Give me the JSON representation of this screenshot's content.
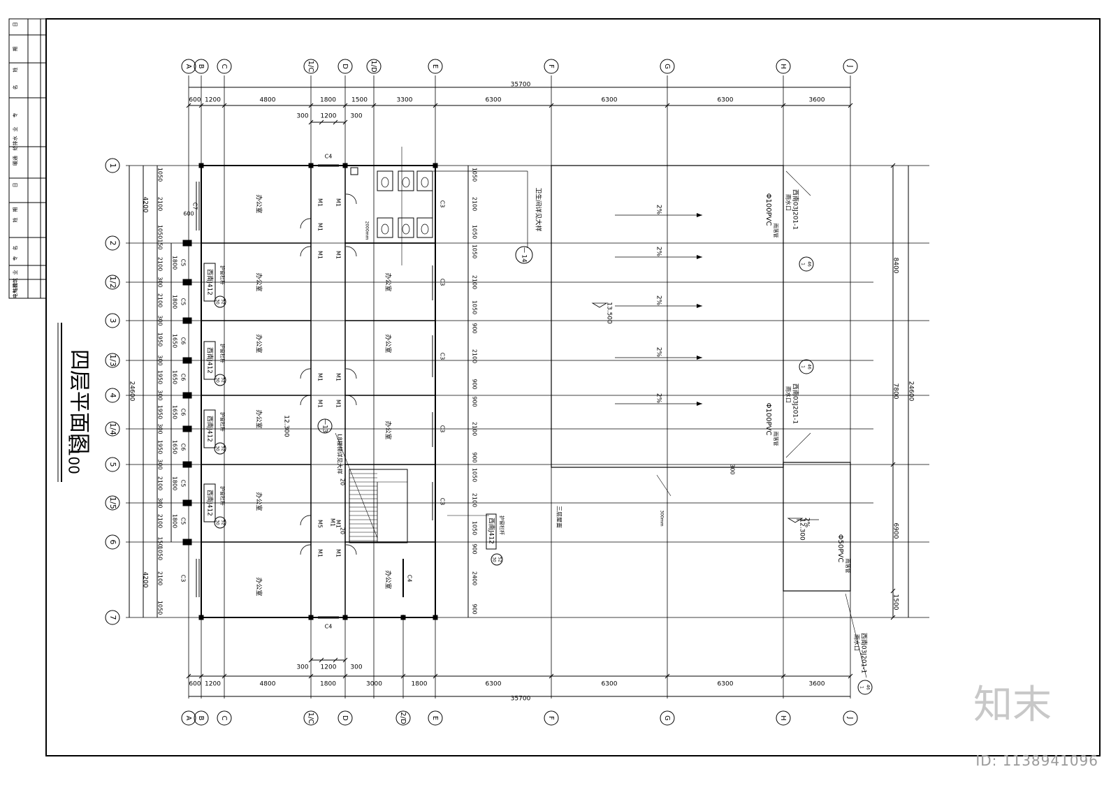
{
  "title": {
    "main": "四层平面图",
    "scale": "1:100"
  },
  "axes_top": [
    "A",
    "B",
    "C",
    "1/C",
    "D",
    "1/D",
    "E",
    "F",
    "G",
    "H",
    "J"
  ],
  "axes_bottom": [
    "A",
    "B",
    "C",
    "1/C",
    "D",
    "2/D",
    "E",
    "F",
    "G",
    "H",
    "J"
  ],
  "axes_left": [
    "1",
    "2",
    "1/2",
    "3",
    "1/3",
    "4",
    "1/4",
    "5",
    "1/5",
    "6",
    "7"
  ],
  "dims_top_total": "35700",
  "dims_top": [
    "600",
    "1200",
    "4800",
    "1800",
    "1500",
    "3300",
    "6300",
    "6300",
    "6300",
    "3600"
  ],
  "dims_top_sub": [
    "300",
    "1200",
    "300"
  ],
  "dims_bottom_total": "35700",
  "dims_bottom": [
    "600",
    "1200",
    "4800",
    "1800",
    "3000",
    "1800",
    "6300",
    "6300",
    "6300",
    "3600"
  ],
  "dims_bottom_sub": [
    "300",
    "1200",
    "300"
  ],
  "dims_left_total": "24600",
  "dims_left_mid": [
    "4200",
    "4200"
  ],
  "dims_left_inner": [
    "1050",
    "2100",
    "1050",
    "150",
    "2100",
    "300",
    "2100",
    "300",
    "1950",
    "300",
    "1950",
    "300",
    "1950",
    "300",
    "1950",
    "300",
    "2100",
    "300",
    "2100",
    "150",
    "1050",
    "2100",
    "1050"
  ],
  "dims_left_win": [
    "1800",
    "1800",
    "1650",
    "1650",
    "1650",
    "1650",
    "1800",
    "1800"
  ],
  "dims_mid_col": [
    "1050",
    "2100",
    "1050",
    "1050",
    "2100",
    "1050",
    "900",
    "2100",
    "900",
    "900",
    "2100",
    "900",
    "1050",
    "2100",
    "1050",
    "900",
    "2400",
    "900"
  ],
  "dims_right_total": "24600",
  "dims_right": [
    "8400",
    "7800",
    "6900",
    "1500"
  ],
  "room_label": "办公室",
  "doors": [
    "M1",
    "M1",
    "M1",
    "M1",
    "M1",
    "M1",
    "M1",
    "M1",
    "M1",
    "M1",
    "M1",
    "M5",
    "M1",
    "M1"
  ],
  "windows_left": [
    "C7",
    "C5",
    "C5",
    "C6",
    "C6",
    "C6",
    "C6",
    "C5",
    "C5",
    "C3"
  ],
  "windows_right": [
    "C3",
    "C3",
    "C3",
    "C3",
    "C3"
  ],
  "window_c4": "C4",
  "dim_600": "600",
  "dim_2000": "2000mm",
  "toilet_note": "卫生间详见大样",
  "detail_14": "14",
  "detail_13": "13",
  "detail_dash": "一",
  "stair_note": "L8楼梯详见大样",
  "rail_note": "护窗栏杆",
  "rail_ref": "西南J412",
  "rail_ref2": "西南J412",
  "rail_circle_top": "30",
  "rail_circle_bottom": "52",
  "elev_main": "12.300",
  "elev_roof": "13.500",
  "elev_lower": "12.300",
  "slope": "2%",
  "pipe_100": "Φ100PVC",
  "pipe_50": "Φ50PVC",
  "pipe_note": "雨落管",
  "drain_note": "雨水口",
  "drain_ref": "西南03J201-1",
  "drain_circle_top": "1",
  "drain_circle_bottom": "46",
  "roof_label": "三层屋面",
  "width_300": "300",
  "width_note": "300mm",
  "stair_20a": "20",
  "stair_20b": "20",
  "tb_labels": [
    "日",
    "期",
    "姓",
    "名",
    "专",
    "业",
    "给排水",
    "暖通",
    "日",
    "期",
    "姓",
    "名",
    "专",
    "业",
    "建筑",
    "结构",
    "电气"
  ],
  "brand_text": "知末",
  "id_text": "ID: 1138941096"
}
